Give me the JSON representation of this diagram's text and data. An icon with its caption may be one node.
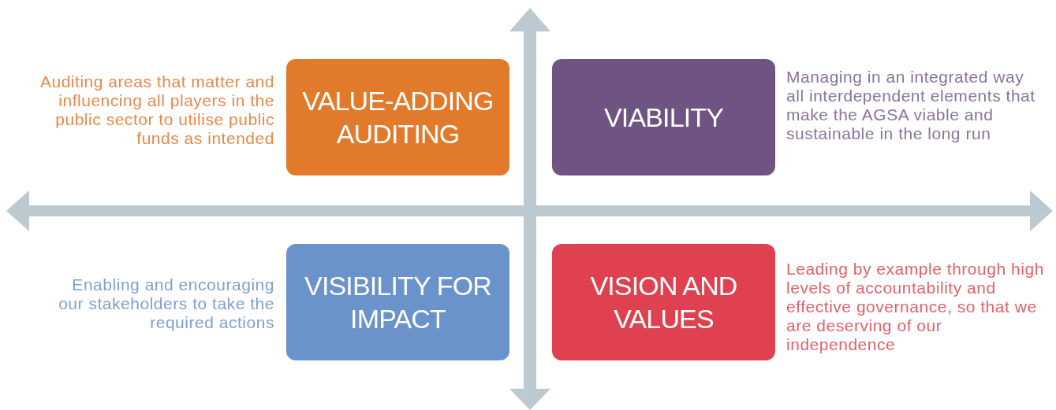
{
  "diagram": {
    "nodes": [
      {
        "text": [
          "VALUE-ADDING AUDITING"
        ],
        "beside": [
          "Auditing areas that matter and influencing all players in the public sector to utilise public funds as intended"
        ]
      },
      {
        "text": [
          "VIABILITY"
        ],
        "beside": [
          "Managing in an integrated way all interdependent elements that make the AGSA viable and sustainable in the long run"
        ]
      },
      {
        "text": [
          "VISIBILITY FOR IMPACT"
        ],
        "beside": [
          "Enabling and encouraging our stakeholders to take the required actions"
        ]
      },
      {
        "text": [
          "VISION AND VALUES"
        ],
        "beside": [
          "Leading by example through high levels of accountability and effective governance, so that we are deserving of our independence"
        ]
      }
    ]
  }
}
